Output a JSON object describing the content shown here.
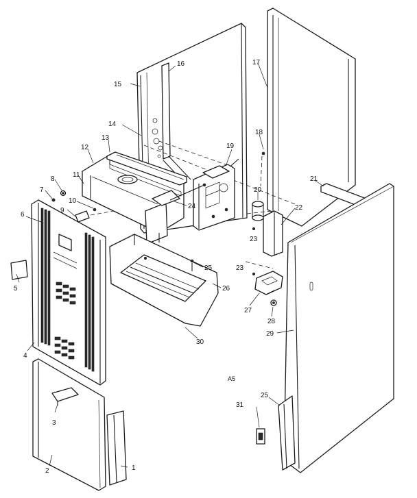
{
  "callouts": {
    "c1": "1",
    "c2": "2",
    "c3": "3",
    "c4": "4",
    "c5": "5",
    "c6": "6",
    "c7": "7",
    "c8": "8",
    "c9": "9",
    "c10": "10",
    "c11": "11",
    "c12": "12",
    "c13": "13",
    "c14": "14",
    "c15": "15",
    "c16": "16",
    "c17": "17",
    "c18": "18",
    "c19": "19",
    "c20": "20",
    "c21": "21",
    "c22": "22",
    "c23a": "23",
    "c23b": "23",
    "c24": "24",
    "c25a": "25",
    "c25b": "25",
    "c26": "26",
    "c27": "27",
    "c28": "28",
    "c29": "29",
    "c30": "30",
    "c31": "31"
  },
  "marks": {
    "a5": "A5"
  },
  "colors": {
    "line": "#1a1a1a",
    "background": "#ffffff"
  }
}
